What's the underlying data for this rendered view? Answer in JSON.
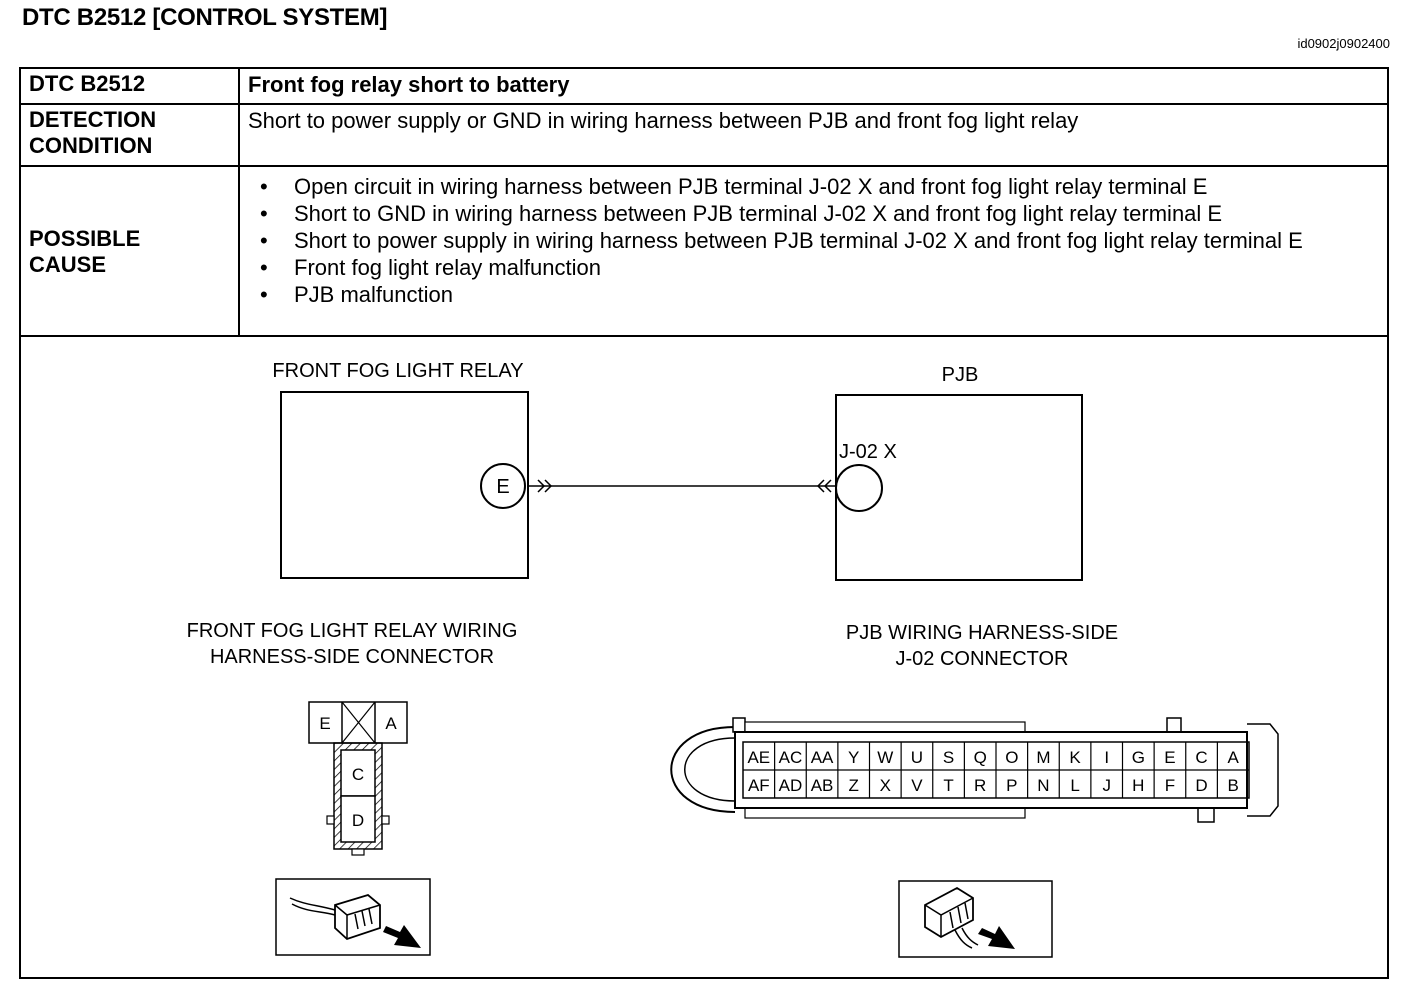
{
  "header": {
    "title": "DTC B2512 [CONTROL SYSTEM]",
    "image_id": "id0902j0902400"
  },
  "table": {
    "dtc_label": "DTC B2512",
    "dtc_value": "Front fog relay short to battery",
    "detection_label": [
      "DETECTION",
      "CONDITION"
    ],
    "detection_value": "Short to power supply or GND in wiring harness between PJB and front fog light relay",
    "cause_label": [
      "POSSIBLE",
      "CAUSE"
    ],
    "causes": [
      "Open circuit in wiring harness between PJB terminal J-02 X and front fog light relay terminal E",
      "Short to GND in wiring harness between PJB terminal J-02 X and front fog light relay terminal E",
      "Short to power supply in wiring harness between PJB terminal J-02 X and front fog light relay terminal E",
      "Front fog light relay malfunction",
      "PJB malfunction"
    ]
  },
  "diagram": {
    "relay_title": "FRONT FOG LIGHT RELAY",
    "relay_terminal": "E",
    "pjb_title": "PJB",
    "pjb_terminal": "J-02 X",
    "relay_connector_title": [
      "FRONT FOG LIGHT RELAY WIRING",
      "HARNESS-SIDE CONNECTOR"
    ],
    "pjb_connector_title": [
      "PJB WIRING HARNESS-SIDE",
      "J-02 CONNECTOR"
    ],
    "relay_connector_pins": {
      "top_left": "E",
      "top_right": "A",
      "middle": "C",
      "bottom": "D"
    },
    "pjb_connector_top_row": [
      "AE",
      "AC",
      "AA",
      "Y",
      "W",
      "U",
      "S",
      "Q",
      "O",
      "M",
      "K",
      "I",
      "G",
      "E",
      "C",
      "A"
    ],
    "pjb_connector_bottom_row": [
      "AF",
      "AD",
      "AB",
      "Z",
      "X",
      "V",
      "T",
      "R",
      "P",
      "N",
      "L",
      "J",
      "H",
      "F",
      "D",
      "B"
    ]
  }
}
